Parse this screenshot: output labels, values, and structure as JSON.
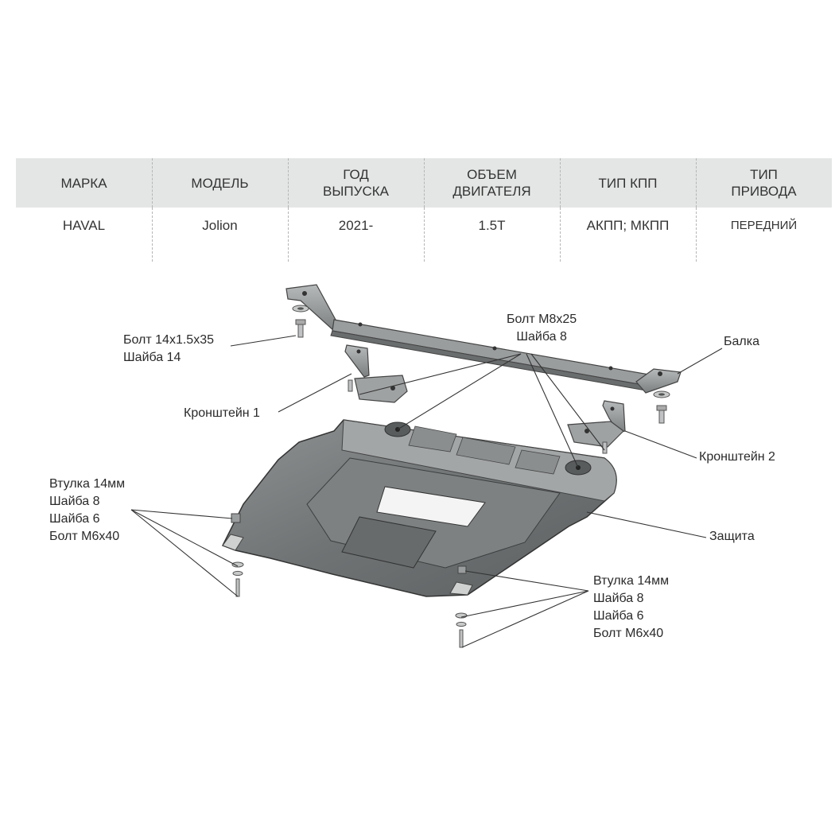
{
  "table": {
    "headers": [
      "МАРКА",
      "МОДЕЛЬ",
      "ГОД\nВЫПУСКА",
      "ОБЪЕМ\nДВИГАТЕЛЯ",
      "ТИП КПП",
      "ТИП\nПРИВОДА"
    ],
    "row": [
      "HAVAL",
      "Jolion",
      "2021-",
      "1.5T",
      "АКПП; МКПП",
      "ПЕРЕДНИЙ"
    ]
  },
  "labels": {
    "bolt_14": [
      "Болт 14x1.5x35",
      "Шайба 14"
    ],
    "bolt_m8": [
      "Болт M8x25",
      "Шайба 8"
    ],
    "beam": "Балка",
    "bracket_1": "Кронштейн 1",
    "bracket_2": "Кронштейн 2",
    "guard": "Защита",
    "kit_left": [
      "Втулка 14мм",
      "Шайба 8",
      "Шайба 6",
      "Болт M6x40"
    ],
    "kit_right": [
      "Втулка 14мм",
      "Шайба 8",
      "Шайба 6",
      "Болт M6x40"
    ]
  }
}
